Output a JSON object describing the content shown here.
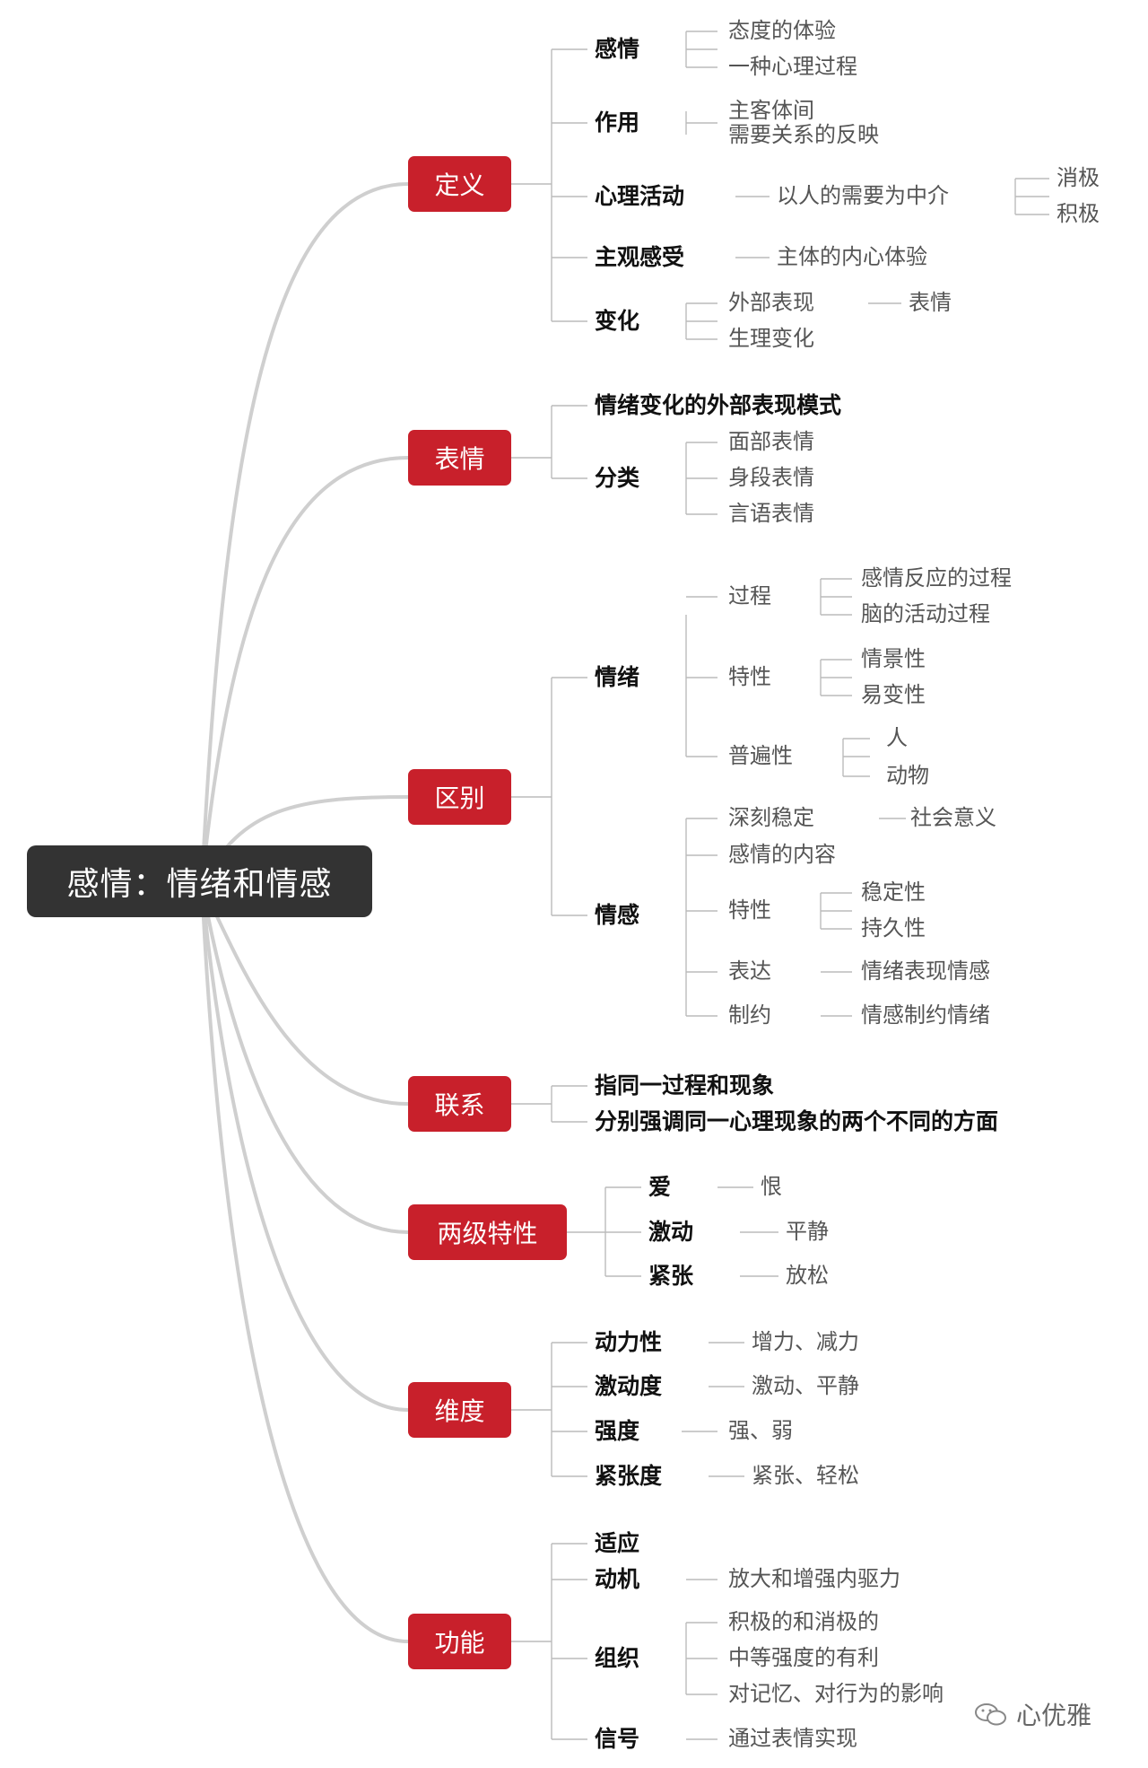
{
  "root": "感情：情绪和情感",
  "branches": {
    "b1": "定义",
    "b2": "表情",
    "b3": "区别",
    "b4": "联系",
    "b5": "两级特性",
    "b6": "维度",
    "b7": "功能"
  },
  "def": {
    "k1": "感情",
    "k1a": "态度的体验",
    "k1b": "一种心理过程",
    "k2": "作用",
    "k2a": "主客体间",
    "k2b": "需要关系的反映",
    "k3": "心理活动",
    "k3a": "以人的需要为中介",
    "k3b": "消极",
    "k3c": "积极",
    "k4": "主观感受",
    "k4a": "主体的内心体验",
    "k5": "变化",
    "k5a": "外部表现",
    "k5b": "表情",
    "k5c": "生理变化"
  },
  "expr": {
    "k1": "情绪变化的外部表现模式",
    "k2": "分类",
    "k2a": "面部表情",
    "k2b": "身段表情",
    "k2c": "言语表情"
  },
  "diff": {
    "emo": "情绪",
    "emo_proc": "过程",
    "emo_proc_a": "感情反应的过程",
    "emo_proc_b": "脑的活动过程",
    "emo_trait": "特性",
    "emo_trait_a": "情景性",
    "emo_trait_b": "易变性",
    "emo_univ": "普遍性",
    "emo_univ_a": "人",
    "emo_univ_b": "动物",
    "feel": "情感",
    "feel_deep": "深刻稳定",
    "feel_deep_a": "社会意义",
    "feel_content": "感情的内容",
    "feel_trait": "特性",
    "feel_trait_a": "稳定性",
    "feel_trait_b": "持久性",
    "feel_expr": "表达",
    "feel_expr_a": "情绪表现情感",
    "feel_ctrl": "制约",
    "feel_ctrl_a": "情感制约情绪"
  },
  "link": {
    "k1": "指同一过程和现象",
    "k2": "分别强调同一心理现象的两个不同的方面"
  },
  "polar": {
    "k1": "爱",
    "k1a": "恨",
    "k2": "激动",
    "k2a": "平静",
    "k3": "紧张",
    "k3a": "放松"
  },
  "dim": {
    "k1": "动力性",
    "k1a": "增力、减力",
    "k2": "激动度",
    "k2a": "激动、平静",
    "k3": "强度",
    "k3a": "强、弱",
    "k4": "紧张度",
    "k4a": "紧张、轻松"
  },
  "func": {
    "k1": "适应",
    "k2": "动机",
    "k2a": "放大和增强内驱力",
    "k3": "组织",
    "k3a": "积极的和消极的",
    "k3b": "中等强度的有利",
    "k3c": "对记忆、对行为的影响",
    "k4": "信号",
    "k4a": "通过表情实现"
  },
  "watermark": "心优雅",
  "colors": {
    "branch": "#c8202b",
    "root": "#333333",
    "curve": "#cccccc",
    "line": "#bbbbbb"
  }
}
